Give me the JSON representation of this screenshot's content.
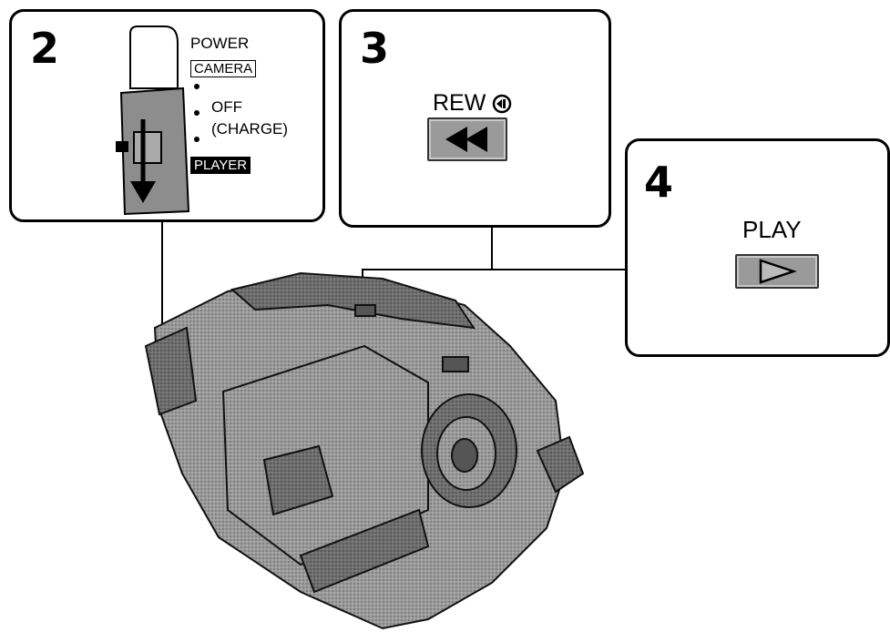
{
  "step2": {
    "number": "2",
    "power_label": "POWER",
    "camera_label": "CAMERA",
    "off_label": "OFF",
    "charge_label": "(CHARGE)",
    "player_label": "PLAYER"
  },
  "step3": {
    "number": "3",
    "rew_label": "REW",
    "rew_icon": "rewind-circle-icon",
    "button_icon": "double-left-triangle-icon"
  },
  "step4": {
    "number": "4",
    "play_label": "PLAY",
    "button_icon": "right-triangle-outline-icon"
  },
  "colors": {
    "line": "#000000",
    "button_fill": "#9a9a9a",
    "camcorder_body": "#8c8c8c"
  }
}
